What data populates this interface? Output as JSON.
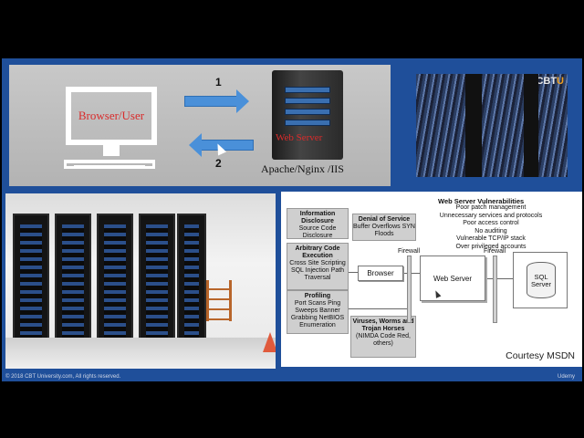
{
  "diagram": {
    "arrow_top_num": "1",
    "arrow_bottom_num": "2",
    "user_label": "Browser/User",
    "server_label": "Web Server",
    "server_software": "Apache/Nginx /IIS"
  },
  "brand": {
    "prefix": "CBT",
    "suffix": "U"
  },
  "vuln": {
    "title": "Web Server Vulnerabilities",
    "list": [
      "Poor patch management",
      "Unnecessary services and protocols",
      "Poor access control",
      "No auditing",
      "Vulnerable TCP/IP stack",
      "Over privileged accounts"
    ],
    "info": {
      "title": "Information Disclosure",
      "items": "Source Code Disclosure"
    },
    "dos": {
      "title": "Denial of Service",
      "items": "Buffer Overflows SYN Floods"
    },
    "arb": {
      "title": "Arbitrary Code Execution",
      "items": "Cross Site Scripting SQL Injection Path Traversal"
    },
    "prof": {
      "title": "Profiling",
      "items": "Port Scans Ping Sweeps Banner Grabbing NetBIOS Enumeration"
    },
    "vir": {
      "title": "Viruses, Worms and Trojan Horses",
      "items": "(NIMDA Code Red, others)"
    },
    "browser": "Browser",
    "webserver": "Web Server",
    "sql": "SQL Server",
    "firewall": "Firewall"
  },
  "courtesy": "Courtesy MSDN",
  "footer": {
    "copyright": "© 2018 CBT University.com, All rights reserved.",
    "udemy": "Udemy"
  },
  "colors": {
    "background": "#1f4f9a",
    "accent_red": "#d92b2b",
    "arrow": "#4a90d9"
  }
}
